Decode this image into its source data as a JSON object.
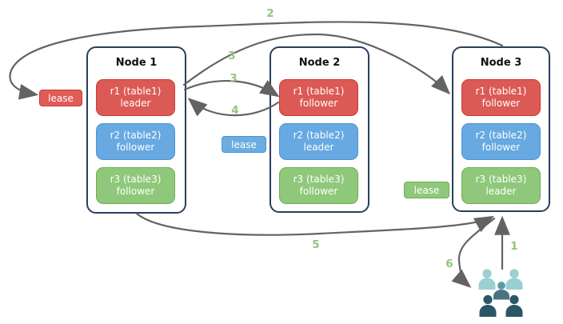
{
  "nodes": [
    {
      "title": "Node 1",
      "replicas": [
        {
          "name": "r1 (table1)",
          "role": "leader"
        },
        {
          "name": "r2 (table2)",
          "role": "follower"
        },
        {
          "name": "r3 (table3)",
          "role": "follower"
        }
      ]
    },
    {
      "title": "Node 2",
      "replicas": [
        {
          "name": "r1 (table1)",
          "role": "follower"
        },
        {
          "name": "r2 (table2)",
          "role": "leader"
        },
        {
          "name": "r3 (table3)",
          "role": "follower"
        }
      ]
    },
    {
      "title": "Node 3",
      "replicas": [
        {
          "name": "r1 (table1)",
          "role": "follower"
        },
        {
          "name": "r2 (table2)",
          "role": "follower"
        },
        {
          "name": "r3 (table3)",
          "role": "leader"
        }
      ]
    }
  ],
  "leases": {
    "red": "lease",
    "blue": "lease",
    "green": "lease"
  },
  "steps": {
    "s1": "1",
    "s2": "2",
    "s3a": "3",
    "s3b": "3",
    "s4": "4",
    "s5": "5",
    "s6": "6"
  },
  "icons": {
    "clients": "users-group-icon"
  },
  "colors": {
    "replica_red_fill": "#dc5a55",
    "replica_red_border": "#c93a32",
    "replica_blue_fill": "#67a9e0",
    "replica_blue_border": "#4d94d4",
    "replica_green_fill": "#90c87b",
    "replica_green_border": "#6caf52",
    "node_border": "#2b3e5f",
    "arrow_gray": "#636363",
    "step_label_green": "#93c47d",
    "clients_light_teal": "#9bcfd1",
    "clients_medium_teal": "#579ca4",
    "clients_slate": "#4b7280",
    "clients_dark_teal": "#2a5666"
  }
}
